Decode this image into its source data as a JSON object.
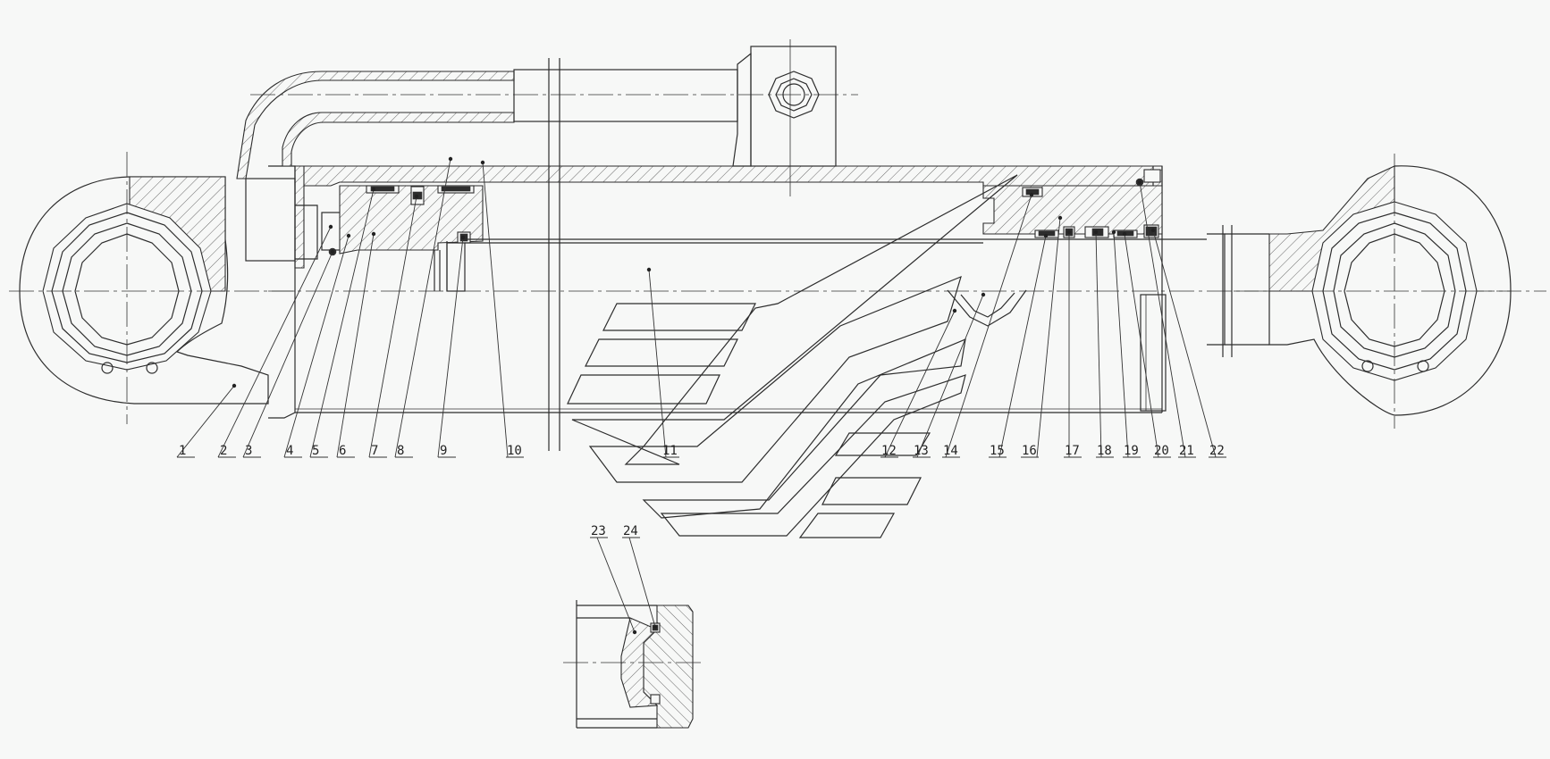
{
  "callouts": [
    {
      "label": "1"
    },
    {
      "label": "2"
    },
    {
      "label": "3"
    },
    {
      "label": "4"
    },
    {
      "label": "5"
    },
    {
      "label": "6"
    },
    {
      "label": "7"
    },
    {
      "label": "8"
    },
    {
      "label": "9"
    },
    {
      "label": "10"
    },
    {
      "label": "11"
    },
    {
      "label": "12"
    },
    {
      "label": "13"
    },
    {
      "label": "14"
    },
    {
      "label": "15"
    },
    {
      "label": "16"
    },
    {
      "label": "17"
    },
    {
      "label": "18"
    },
    {
      "label": "19"
    },
    {
      "label": "20"
    },
    {
      "label": "21"
    },
    {
      "label": "22"
    },
    {
      "label": "23"
    },
    {
      "label": "24"
    }
  ],
  "colors": {
    "background": "#f7f8f7",
    "line": "#2d2d2d"
  }
}
